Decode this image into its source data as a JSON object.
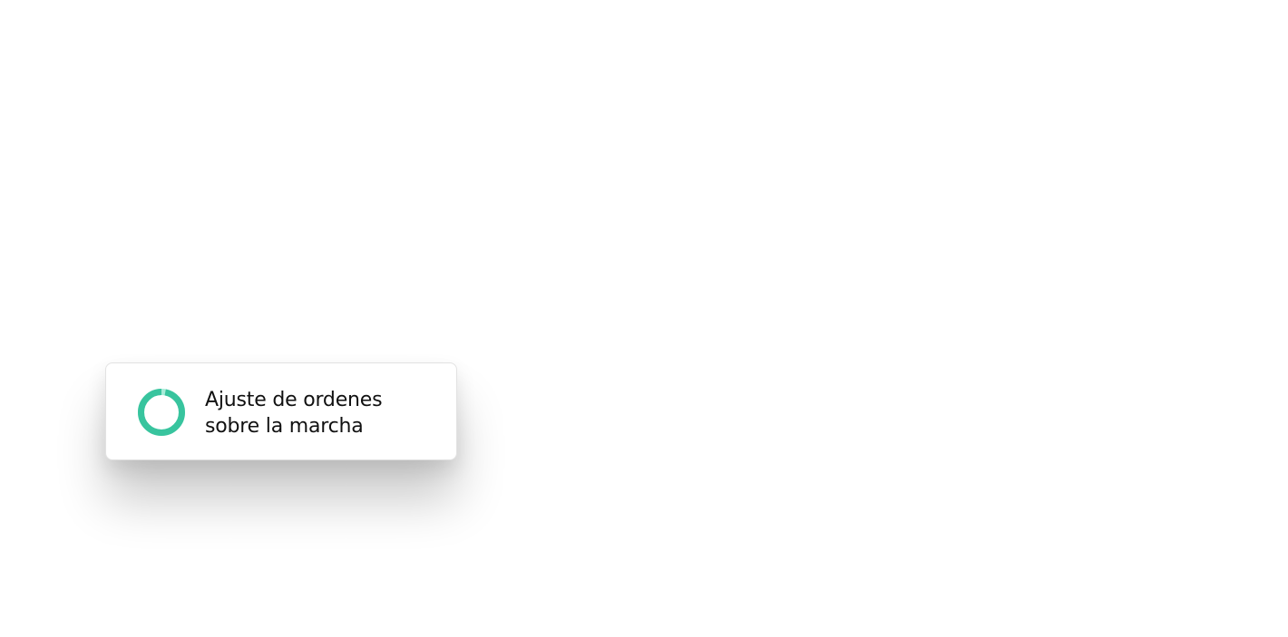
{
  "card": {
    "title_line1": "Ajuste de ordenes",
    "title_line2": "sobre la marcha",
    "icon": "progress-ring-icon",
    "progress": 0.97
  },
  "colors": {
    "ring": "#38c49e",
    "ring_highlight": "#a7ecd8",
    "text": "#111111"
  }
}
